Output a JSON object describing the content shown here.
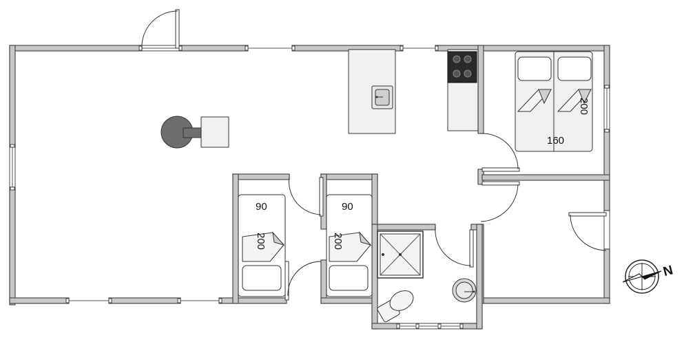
{
  "floorplan": {
    "bed_double": {
      "width_label": "160",
      "length_label": "200"
    },
    "bed_single_left": {
      "width_label": "90",
      "length_label": "200"
    },
    "bed_single_right": {
      "width_label": "90",
      "length_label": "200"
    },
    "compass": {
      "north_label": "N"
    }
  }
}
